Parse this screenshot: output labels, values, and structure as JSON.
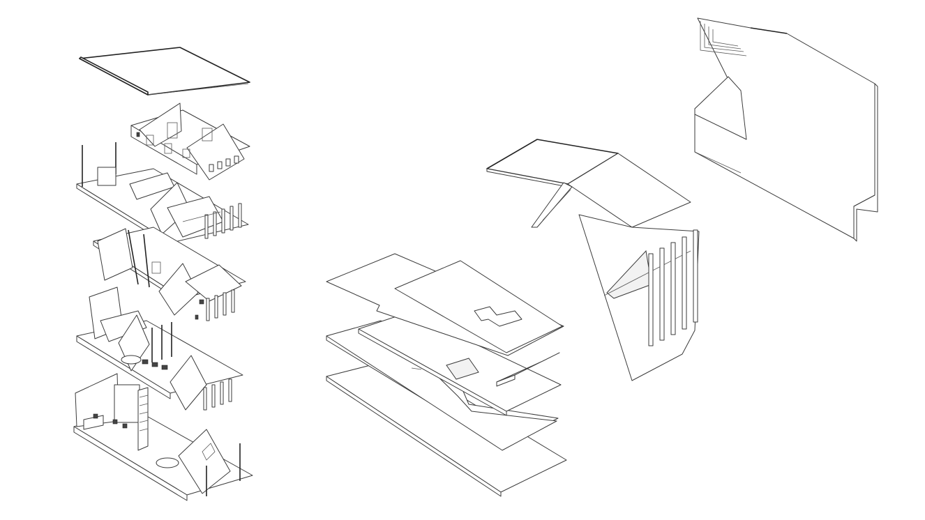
{
  "colors": {
    "background": "#ffffff",
    "line": "#3a3a3a",
    "line_dark": "#222222",
    "fill_light": "#f2f2f2"
  },
  "figures": {
    "exploded_floors": "exploded-floors-axonometric",
    "floor_slabs": "stacked-floor-slabs",
    "envelope": "folded-envelope-with-fins",
    "side_wall": "stepped-side-wall"
  }
}
